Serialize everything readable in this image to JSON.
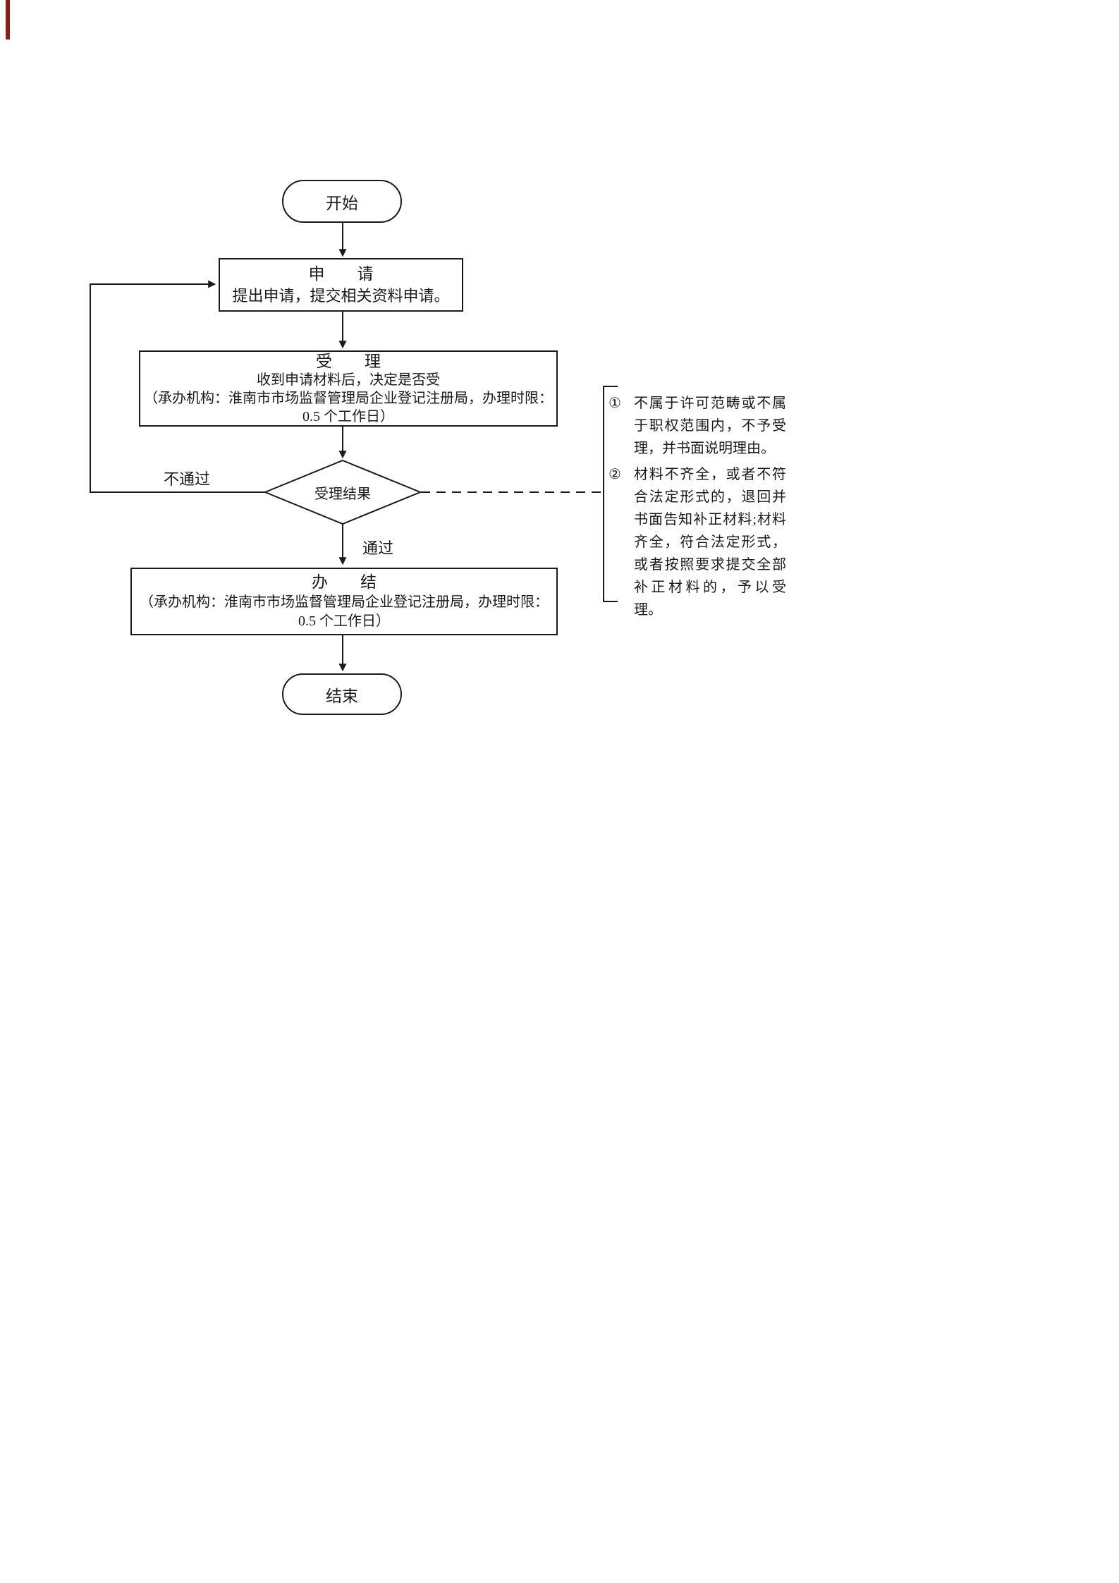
{
  "colors": {
    "line": "#1a1a1a",
    "edge_mark": "#8a1c1c",
    "background": "#ffffff"
  },
  "flowchart": {
    "start_label": "开始",
    "apply": {
      "title": "申　　请",
      "body": "提出申请，提交相关资料申请。"
    },
    "accept": {
      "title": "受　　理",
      "line1": "收到申请材料后，决定是否受",
      "line2": "（承办机构：淮南市市场监督管理局企业登记注册局，办理时限：",
      "line3": "0.5 个工作日）"
    },
    "decision_label": "受理结果",
    "fail_label": "不通过",
    "pass_label": "通过",
    "complete": {
      "title": "办　　结",
      "line1": "（承办机构：淮南市市场监督管理局企业登记注册局，办理时限：",
      "line2": "0.5 个工作日）"
    },
    "end_label": "结束",
    "notes": [
      {
        "num": "①",
        "text": "不属于许可范畴或不属于职权范围内，不予受理，并书面说明理由。"
      },
      {
        "num": "②",
        "text": "材料不齐全，或者不符合法定形式的，退回并书面告知补正材料;材料齐全，符合法定形式，或者按照要求提交全部补正材料的，予以受理。"
      }
    ]
  }
}
